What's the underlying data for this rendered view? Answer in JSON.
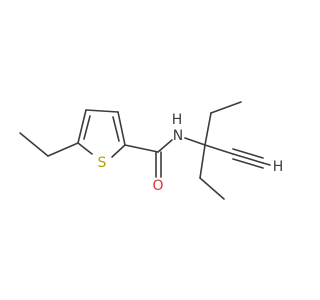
{
  "molecule": {
    "atoms": {
      "sulfur": {
        "symbol": "S",
        "color": "#b8a000"
      },
      "nitrogen_amide": {
        "symbol": "N",
        "color": "#3c3c3c"
      },
      "nitrogen_h": {
        "symbol": "H",
        "color": "#3c3c3c"
      },
      "oxygen": {
        "symbol": "O",
        "color": "#e03030"
      },
      "terminal_h": {
        "symbol": "H",
        "color": "#3c3c3c"
      }
    },
    "bond_color": "#3c3c3c"
  }
}
